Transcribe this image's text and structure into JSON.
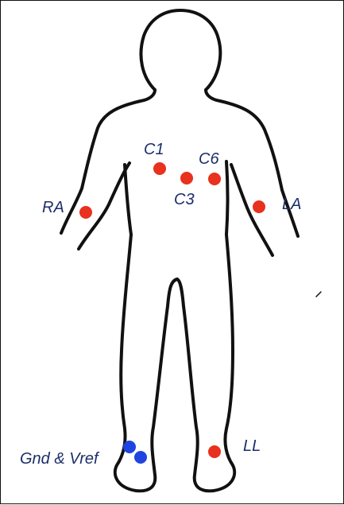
{
  "colors": {
    "outline": "#111111",
    "label": "#1c2e6b",
    "electrode_red": "#e8311e",
    "electrode_blue": "#1f45e0"
  },
  "labels": {
    "ra": "RA",
    "la": "LA",
    "c1": "C1",
    "c3": "C3",
    "c6": "C6",
    "ll": "LL",
    "gnd": "Gnd & Vref"
  }
}
